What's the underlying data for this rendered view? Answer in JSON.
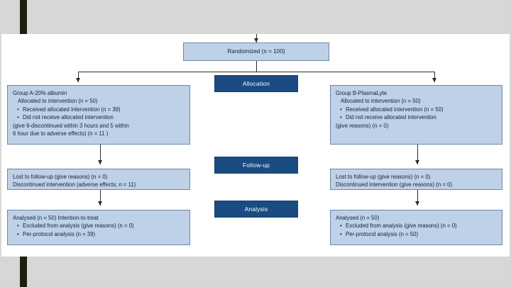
{
  "diagram": {
    "title": "CONSORT participant flow diagram",
    "colors": {
      "box_fill": "#bed1e6",
      "box_border": "#6c87ab",
      "stage_fill": "#1a4c82",
      "stage_text": "#ffffff",
      "connector": "#2b2b2b",
      "panel": "#ffffff",
      "slide_background": "#d7d7d5",
      "side_bar": "#1c1f11"
    },
    "enrollment": {
      "randomized_label": "Randomized (n = 100)"
    },
    "stages": [
      {
        "id": "allocation",
        "label": "Allocation"
      },
      {
        "id": "follow-up",
        "label": "Follow-up"
      },
      {
        "id": "analysis",
        "label": "Analysis"
      }
    ],
    "arms": [
      {
        "id": "group-a",
        "allocation": {
          "title": "Group A-20% albumin",
          "allocated": "Allocated to intervention (n = 50)",
          "bullets": [
            "Received allocated intervention (n = 39)",
            "Did not receive allocated intervention"
          ],
          "notes": [
            "(give 6-discontinued within 3 hours and 5 within",
            "6 hour due to adverse effects) (n = 11 )"
          ]
        },
        "followup": {
          "lines": [
            "Lost to follow-up (give reasons) (n = 0)",
            "Discontinued intervention (adverse effects; n = 11)"
          ]
        },
        "analysis": {
          "heading": "Analysed (n = 50) Intention-to-treat",
          "bullets": [
            "Excluded from analysis (give reasons) (n = 0)",
            "Per-protocol analysis (n = 39)"
          ]
        }
      },
      {
        "id": "group-b",
        "allocation": {
          "title": "Group B-PlasmaLyte",
          "allocated": "Allocated to intervention (n = 50)",
          "bullets": [
            "Received allocated intervention (n = 50)",
            "Did not receive allocated intervention"
          ],
          "notes": [
            "(give reasons) (n = 0)"
          ]
        },
        "followup": {
          "lines": [
            "Lost to follow-up (give reasons) (n = 0)",
            "Discontinued intervention (give reasons) (n = 0)"
          ]
        },
        "analysis": {
          "heading": "Analysed (n = 50)",
          "bullets": [
            "Excluded from analysis (give reasons) (n = 0)",
            "Per-protocol analysis (n = 50)"
          ]
        }
      }
    ]
  }
}
